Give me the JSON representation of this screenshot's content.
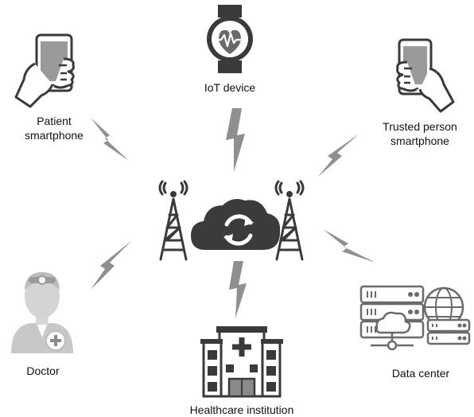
{
  "nodes": {
    "iot": {
      "label": "IoT device"
    },
    "patient": {
      "label_line1": "Patient",
      "label_line2": "smartphone"
    },
    "trusted": {
      "label_line1": "Trusted person",
      "label_line2": "smartphone"
    },
    "doctor": {
      "label": "Doctor"
    },
    "datacenter": {
      "label": "Data center"
    },
    "healthcare": {
      "label": "Healthcare institution"
    }
  },
  "colors": {
    "dark": "#3a3a3a",
    "gray": "#8a8a8a",
    "light": "#c8c8c8",
    "bolt": "#8f8f8f",
    "cloud": "#3b3b3b",
    "watch_accent": "#555555"
  },
  "icons": {
    "center": "cloud-sync-icon",
    "towers": "cell-tower-icon",
    "iot": "smartwatch-heartbeat-icon",
    "phones": "hand-smartphone-icon",
    "doctor": "doctor-icon",
    "datacenter": "server-globe-cloud-icon",
    "healthcare": "hospital-building-icon"
  }
}
